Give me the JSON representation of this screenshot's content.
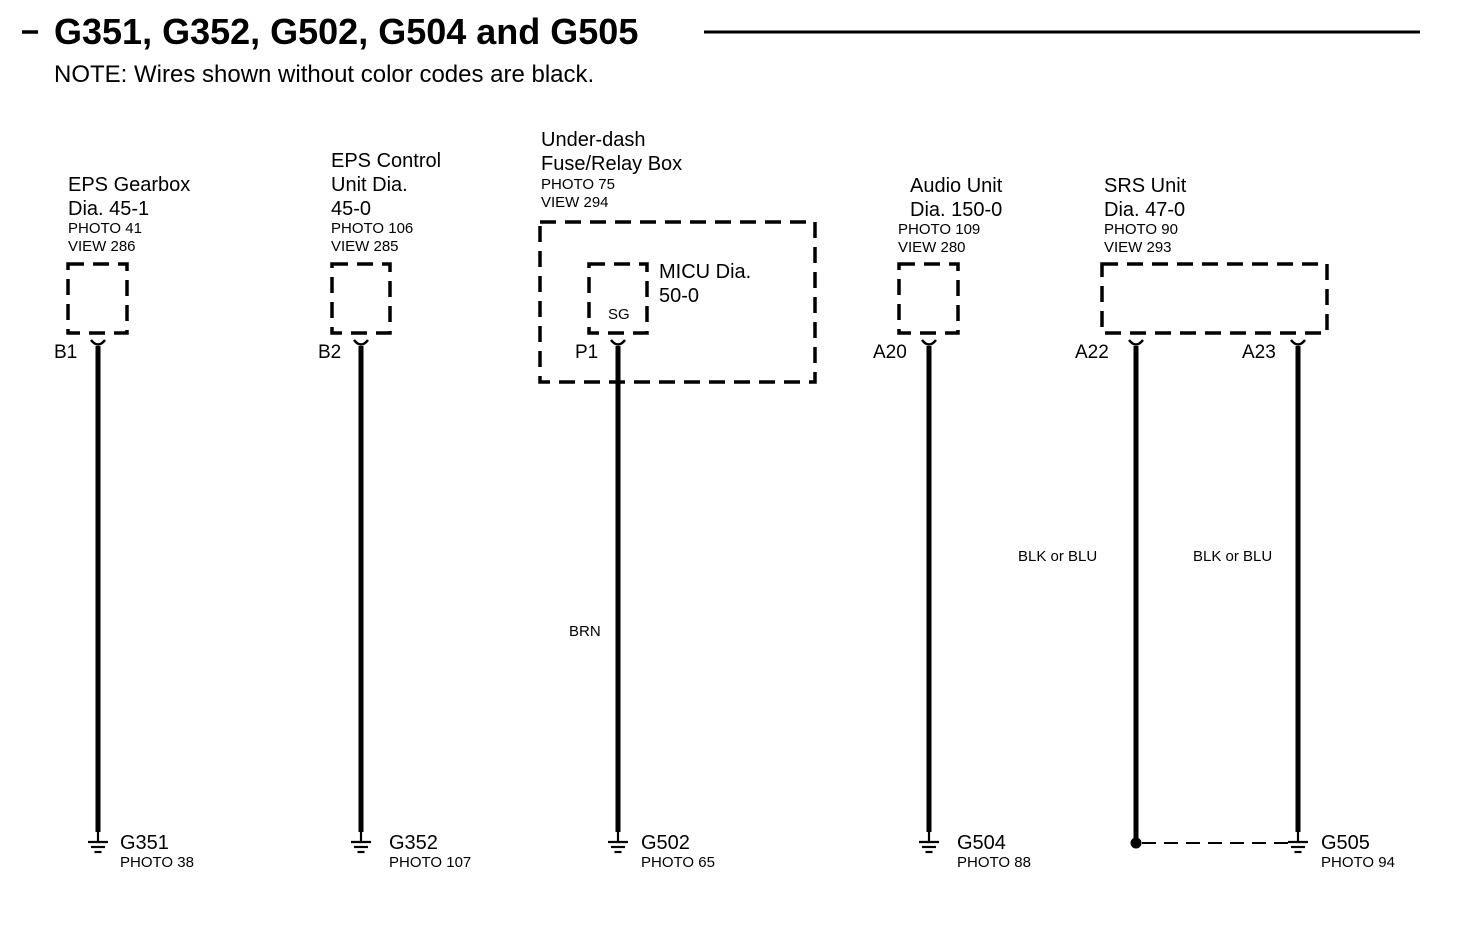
{
  "title": "G351, G352, G502, G504 and G505",
  "note": "NOTE: Wires shown without color codes are black.",
  "components": {
    "eps_gearbox": {
      "name1": "EPS Gearbox",
      "name2": "Dia. 45-1",
      "photo": "PHOTO 41",
      "view": "VIEW 286",
      "pin": "B1"
    },
    "eps_control": {
      "name1": "EPS Control",
      "name2": "Unit Dia.",
      "name3": "45-0",
      "photo": "PHOTO 106",
      "view": "VIEW 285",
      "pin": "B2"
    },
    "underdash": {
      "name1": "Under-dash",
      "name2": "Fuse/Relay Box",
      "photo": "PHOTO 75",
      "view": "VIEW 294",
      "micu1": "MICU Dia.",
      "micu2": "50-0",
      "terminal": "SG",
      "pin": "P1"
    },
    "audio": {
      "name1": "Audio Unit",
      "name2": "Dia. 150-0",
      "photo": "PHOTO 109",
      "view": "VIEW 280",
      "pin": "A20"
    },
    "srs": {
      "name1": "SRS Unit",
      "name2": "Dia. 47-0",
      "photo": "PHOTO 90",
      "view": "VIEW 293",
      "pin_left": "A22",
      "pin_right": "A23"
    }
  },
  "wires": {
    "p1_color": "BRN",
    "a22_color": "BLK or BLU",
    "a23_color": "BLK or BLU"
  },
  "grounds": {
    "g351": {
      "name": "G351",
      "photo": "PHOTO 38"
    },
    "g352": {
      "name": "G352",
      "photo": "PHOTO 107"
    },
    "g502": {
      "name": "G502",
      "photo": "PHOTO 65"
    },
    "g504": {
      "name": "G504",
      "photo": "PHOTO 88"
    },
    "g505": {
      "name": "G505",
      "photo": "PHOTO 94"
    }
  }
}
